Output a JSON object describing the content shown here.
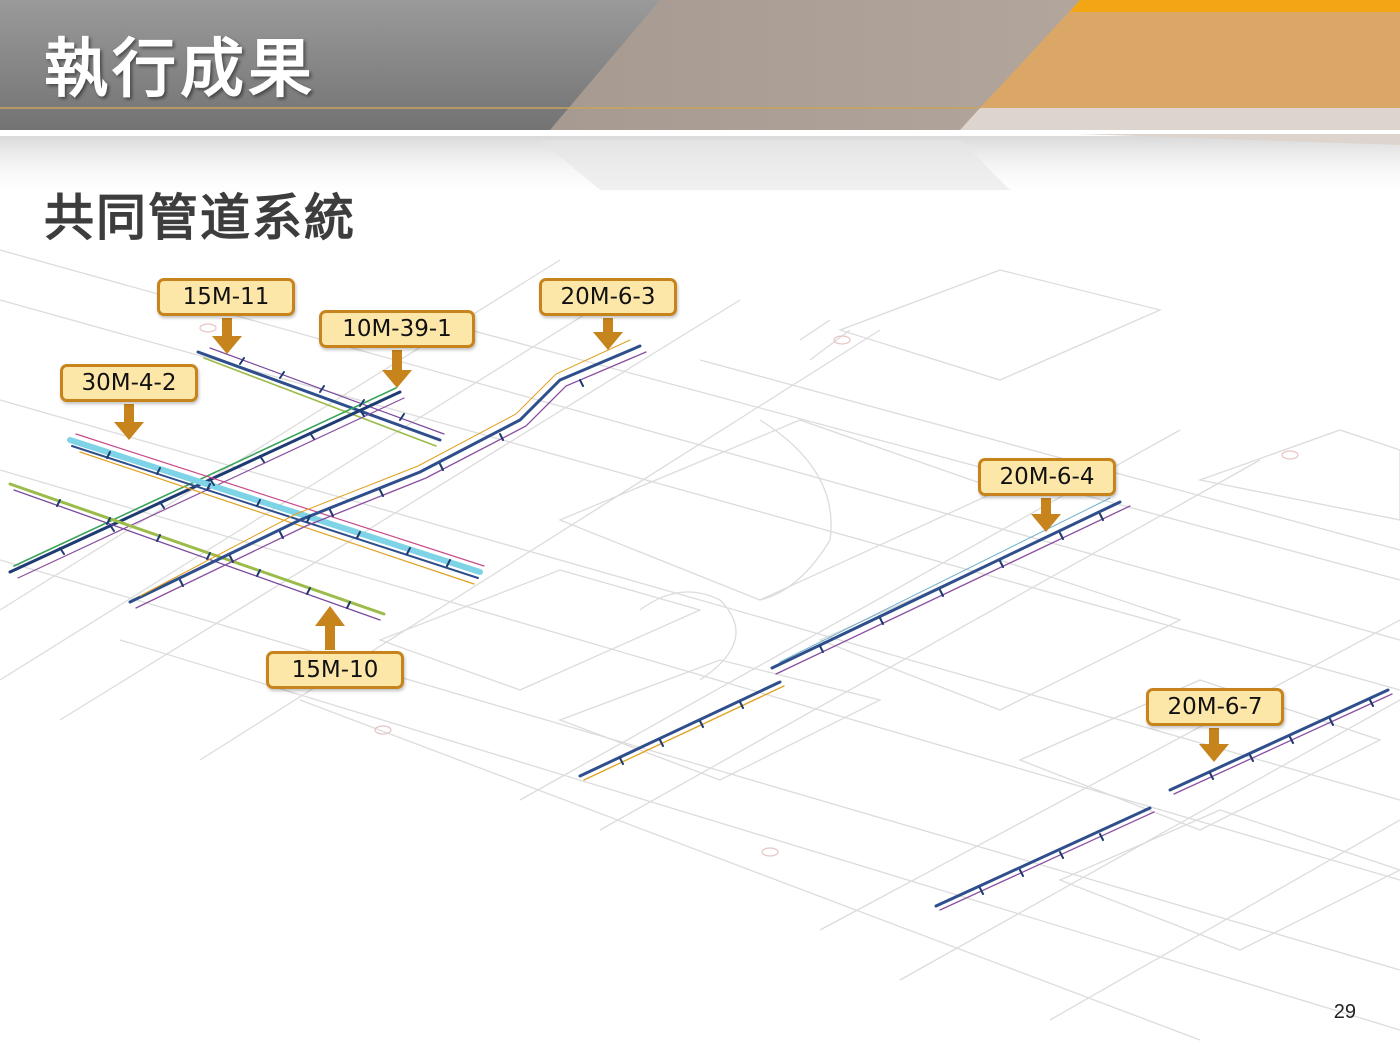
{
  "slide": {
    "title": "執行成果",
    "subtitle": "共同管道系統",
    "page_number": "29"
  },
  "colors": {
    "header_gray": "#8a8a8a",
    "header_orange": "#dba766",
    "header_accent": "#f3a514",
    "callout_fill": "#fde7a8",
    "callout_border": "#c8841c",
    "arrow": "#c8841c"
  },
  "callouts": [
    {
      "id": "15M-11",
      "label": "15M-11",
      "arrow": "down"
    },
    {
      "id": "10M-39-1",
      "label": "10M-39-1",
      "arrow": "down"
    },
    {
      "id": "20M-6-3",
      "label": "20M-6-3",
      "arrow": "down"
    },
    {
      "id": "30M-4-2",
      "label": "30M-4-2",
      "arrow": "down"
    },
    {
      "id": "20M-6-4",
      "label": "20M-6-4",
      "arrow": "down"
    },
    {
      "id": "15M-10",
      "label": "15M-10",
      "arrow": "up"
    },
    {
      "id": "20M-6-7",
      "label": "20M-6-7",
      "arrow": "down"
    }
  ]
}
